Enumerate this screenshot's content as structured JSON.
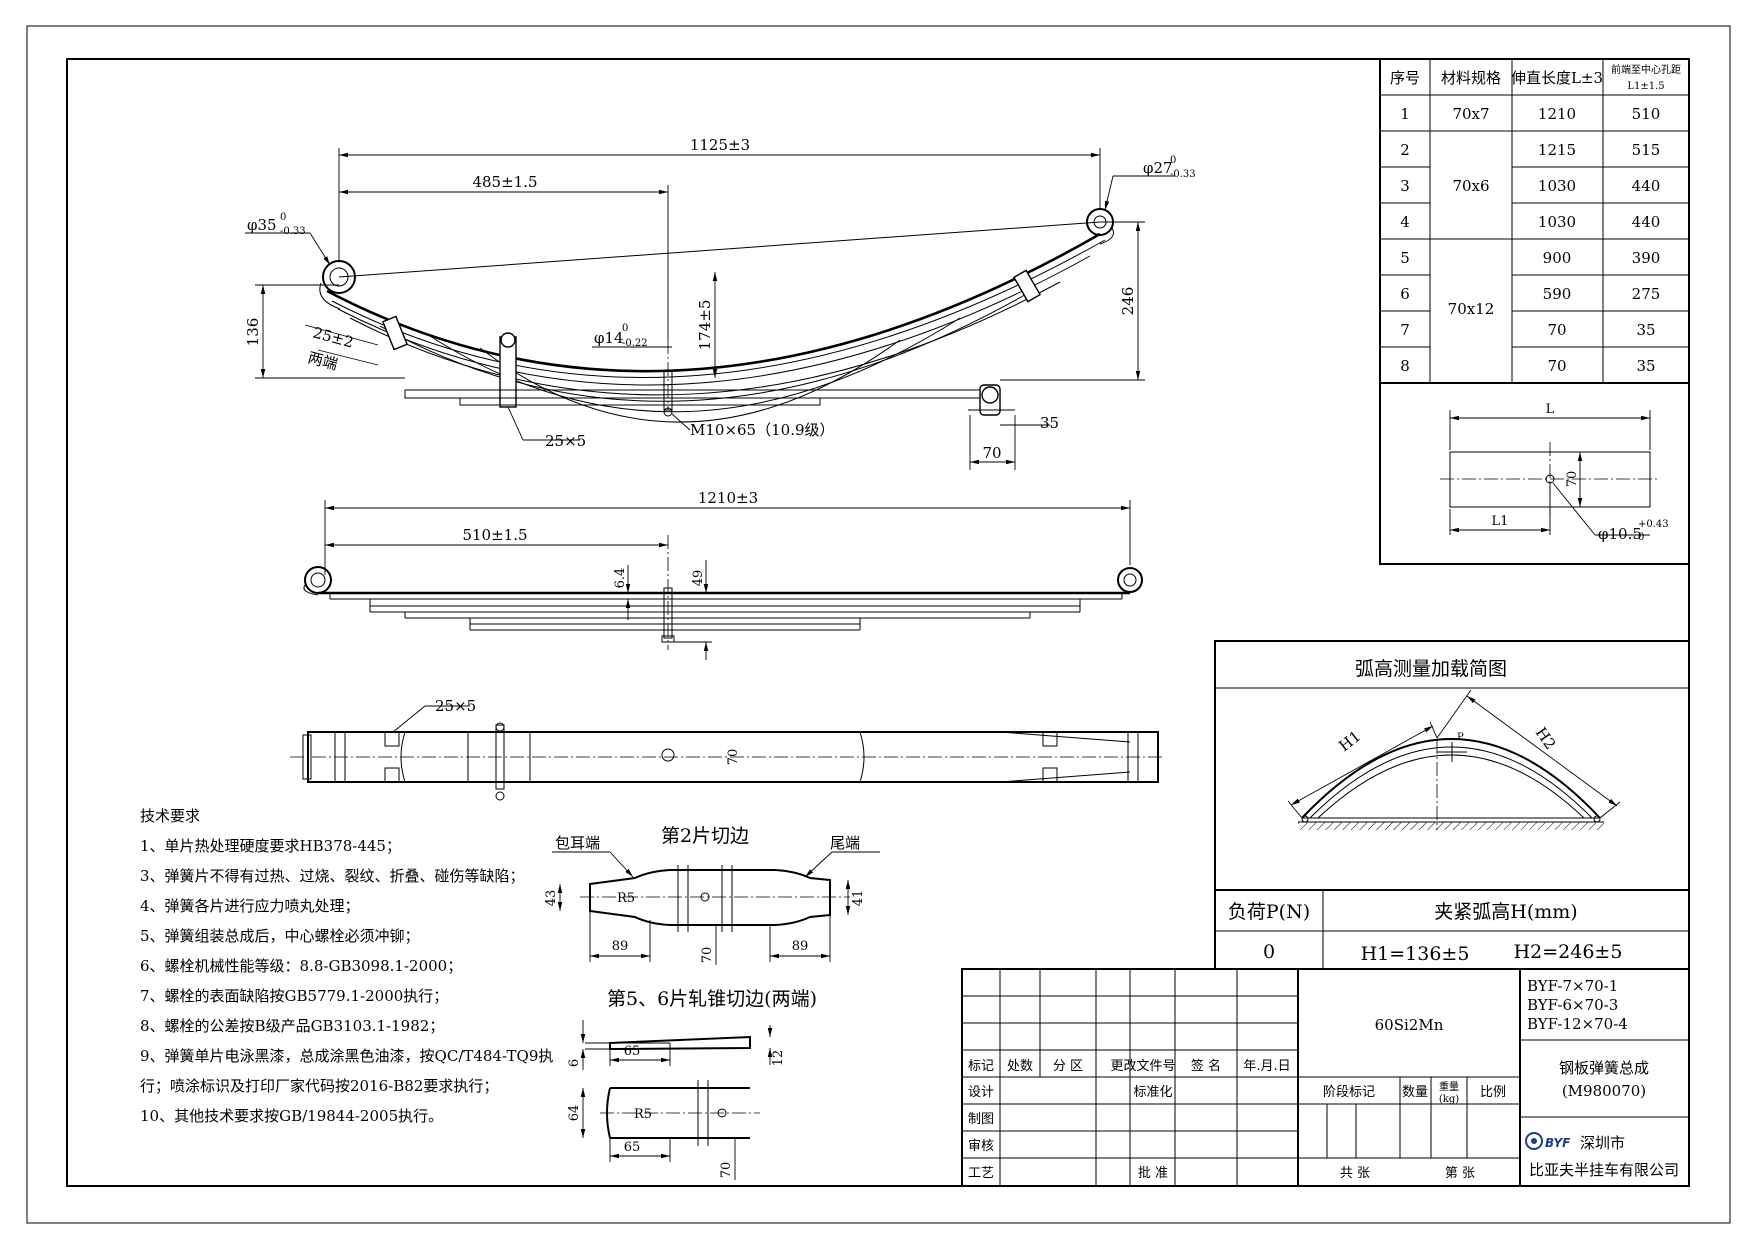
{
  "material_table": {
    "headers": [
      "序号",
      "材料规格",
      "伸直长度L±3",
      "前端至中心孔距",
      "L1±1.5"
    ],
    "rows": [
      {
        "no": "1",
        "spec": "70x7",
        "length": "1210",
        "hole": "510"
      },
      {
        "no": "2",
        "spec": "",
        "length": "1215",
        "hole": "515"
      },
      {
        "no": "3",
        "spec": "70x6",
        "length": "1030",
        "hole": "440"
      },
      {
        "no": "4",
        "spec": "",
        "length": "1030",
        "hole": "440"
      },
      {
        "no": "5",
        "spec": "",
        "length": "900",
        "hole": "390"
      },
      {
        "no": "6",
        "spec": "70x12",
        "length": "590",
        "hole": "275"
      },
      {
        "no": "7",
        "spec": "",
        "length": "70",
        "hole": "35"
      },
      {
        "no": "8",
        "spec": "",
        "length": "70",
        "hole": "35"
      }
    ],
    "leaf_sketch": {
      "L": "L",
      "L1": "L1",
      "w": "70",
      "hole": "φ10.5",
      "hole_tol_up": "+0.43",
      "hole_tol_dn": "0"
    }
  },
  "views": {
    "side": {
      "dim_total": "1125±3",
      "dim_center": "485±1.5",
      "eye_front": "φ35",
      "eye_front_up": "0",
      "eye_front_dn": "-0.33",
      "eye_rear": "φ27",
      "eye_rear_up": "0",
      "eye_rear_dn": "-0.33",
      "bolt": "φ14",
      "bolt_up": "0",
      "bolt_dn": "-0.22",
      "h_front": "136",
      "h_mid": "174±5",
      "h_rear": "246",
      "clip_w": "25±2",
      "clip_note": "两端",
      "clip_size": "25×5",
      "center_bolt": "M10×65（10.9级）",
      "tail_a": "35",
      "tail_b": "70"
    },
    "flat": {
      "dim_total": "1210±3",
      "dim_center": "510±1.5",
      "t1": "6.4",
      "t2": "49"
    },
    "plan": {
      "clip": "25×5",
      "w": "70"
    }
  },
  "tech_requirements": {
    "title": "技术要求",
    "items": [
      "1、单片热处理硬度要求HB378-445；",
      "3、弹簧片不得有过热、过烧、裂纹、折叠、碰伤等缺陷；",
      "4、弹簧各片进行应力喷丸处理；",
      "5、弹簧组装总成后，中心螺栓必须冲铆；",
      "6、螺栓机械性能等级：8.8-GB3098.1-2000；",
      "7、螺栓的表面缺陷按GB5779.1-2000执行；",
      "8、螺栓的公差按B级产品GB3103.1-1982；",
      "9、弹簧单片电泳黑漆，总成涂黑色油漆，按QC/T484-TQ9执",
      "行；喷涂标识及打印厂家代码按2016-B82要求执行；",
      "10、其他技术要求按GB/19844-2005执行。"
    ]
  },
  "detail2": {
    "title": "第2片切边",
    "eye_end": "包耳端",
    "tail_end": "尾端",
    "r": "R5",
    "h_left": "43",
    "h_right": "41",
    "len_left": "89",
    "len_right": "89",
    "w": "70"
  },
  "detail56": {
    "title": "第5、6片轧锥切边(两端)",
    "t_end": "6",
    "t_full": "12",
    "len1": "65",
    "len2": "65",
    "w": "64",
    "r": "R5",
    "w2": "70"
  },
  "arc_panel": {
    "title": "弧高测量加载简图",
    "h1": "H1",
    "h2": "H2",
    "p": "P",
    "load_header": "负荷P(N)",
    "height_header": "夹紧弧高H(mm)",
    "load_value": "0",
    "h1_value": "H1=136±5",
    "h2_value": "H2=246±5"
  },
  "title_block": {
    "sign_headers": [
      "标记",
      "处数",
      "分 区",
      "更改文件号",
      "签 名",
      "年.月.日"
    ],
    "roles": [
      "设计",
      "制图",
      "审核",
      "工艺"
    ],
    "standard": "标准化",
    "approve": "批 准",
    "material": "60Si2Mn",
    "specs": [
      "BYF-7×70-1",
      "BYF-6×70-3",
      "BYF-12×70-4"
    ],
    "stage": "阶段标记",
    "qty": "数量",
    "weight": "重量",
    "weight_unit": "(kg)",
    "scale": "比例",
    "total_sheets": "共 张",
    "sheet_no": "第 张",
    "product_name": "钢板弹簧总成",
    "drawing_no": "(M980070)",
    "logo": "BYF",
    "city": "深圳市",
    "company": "比亚夫半挂车有限公司"
  }
}
